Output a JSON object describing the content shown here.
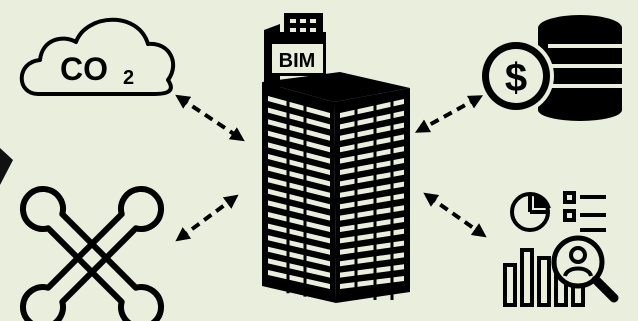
{
  "diagram": {
    "background": "#eaeedd",
    "ink": "#000000",
    "center": {
      "icon": "building-icon",
      "badge_text": "BIM"
    },
    "nodes": [
      {
        "id": "co2",
        "icon": "co2-cloud-icon",
        "text": "CO",
        "subscript": "2"
      },
      {
        "id": "cost",
        "icon": "dollar-coins-icon",
        "text": "$"
      },
      {
        "id": "maintenance",
        "icon": "wrench-tools-icon"
      },
      {
        "id": "analytics",
        "icon": "analytics-report-icon"
      }
    ],
    "connectors": [
      {
        "from": "co2",
        "to": "center",
        "style": "dashed-double-arrow"
      },
      {
        "from": "cost",
        "to": "center",
        "style": "dashed-double-arrow"
      },
      {
        "from": "maintenance",
        "to": "center",
        "style": "dashed-double-arrow"
      },
      {
        "from": "analytics",
        "to": "center",
        "style": "dashed-double-arrow"
      }
    ]
  }
}
